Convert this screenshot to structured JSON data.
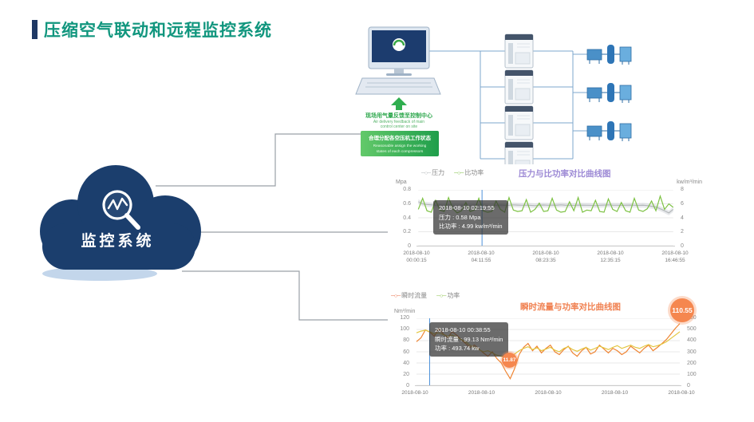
{
  "slide": {
    "title": "压缩空气联动和远程监控系统"
  },
  "cloud": {
    "label": "监控系统"
  },
  "diagram": {
    "feedback_cn": "现场用气量反馈至控制中心",
    "feedback_en1": "Air delivery feedback of main",
    "feedback_en2": "control center on site",
    "assign_cn": "合理分配各空压机工作状态",
    "assign_en1": "Reasonable assign the working",
    "assign_en2": "states of each compressors"
  },
  "colors": {
    "accent_navy": "#1f3864",
    "title_green": "#11967e",
    "cloud_navy": "#1b3e6d",
    "chart1_title": "#9d8ad5",
    "chart2_title": "#f08050",
    "pressure_line": "#b3b7ba",
    "specific_power_line": "#7cc142",
    "flow_line": "#ef8432",
    "power_line": "#e3c63f",
    "cursor_blue": "#4a90d9",
    "badge_orange": "#f5874f"
  },
  "chart_data": [
    {
      "type": "line",
      "title": "压力与比功率对比曲线图",
      "legend": [
        "压力",
        "比功率"
      ],
      "left_axis": {
        "label": "Mpa",
        "min": 0,
        "max": 0.8,
        "ticks": [
          0.8,
          0.6,
          0.4,
          0.2,
          0
        ]
      },
      "right_axis": {
        "label": "kw/m³/min",
        "min": 0,
        "max": 8,
        "ticks": [
          8,
          6,
          4,
          2,
          0
        ]
      },
      "x_ticks": [
        {
          "date": "2018-08-10",
          "time": "00:00:15"
        },
        {
          "date": "2018-08-10",
          "time": "04:11:55"
        },
        {
          "date": "2018-08-10",
          "time": "08:23:35"
        },
        {
          "date": "2018-08-10",
          "time": "12:35:15"
        },
        {
          "date": "2018-08-10",
          "time": "16:46:55"
        }
      ],
      "series": [
        {
          "name": "压力",
          "axis": "left",
          "color": "#b3b7ba",
          "band": 0.035,
          "band_color": "#d9dcdf",
          "values": [
            0.63,
            0.6,
            0.59,
            0.585,
            0.58,
            0.582,
            0.579,
            0.585,
            0.58,
            0.578,
            0.581,
            0.58,
            0.579,
            0.582,
            0.585,
            0.58,
            0.578,
            0.575,
            0.58,
            0.582,
            0.58,
            0.579,
            0.585,
            0.581,
            0.579,
            0.58,
            0.578,
            0.574,
            0.58,
            0.582,
            0.579,
            0.581,
            0.58,
            0.585,
            0.58,
            0.579,
            0.578,
            0.581,
            0.58,
            0.579,
            0.578,
            0.574,
            0.579,
            0.581,
            0.585,
            0.58,
            0.579,
            0.578,
            0.58,
            0.581,
            0.579,
            0.578,
            0.58,
            0.575,
            0.565,
            0.555,
            0.53,
            0.5,
            0.47,
            0.52
          ]
        },
        {
          "name": "比功率",
          "axis": "right",
          "color": "#7cc142",
          "values": [
            5.2,
            6.8,
            5.0,
            4.8,
            6.5,
            5.1,
            4.9,
            6.9,
            5.3,
            4.7,
            5.0,
            6.2,
            4.9,
            5.1,
            6.8,
            5.0,
            4.8,
            4.9,
            6.4,
            5.2,
            4.8,
            6.9,
            5.1,
            4.9,
            5.0,
            6.6,
            4.8,
            5.2,
            6.1,
            4.9,
            5.0,
            6.8,
            5.1,
            4.8,
            4.9,
            6.3,
            5.0,
            6.9,
            4.8,
            5.1,
            5.0,
            6.5,
            4.9,
            4.8,
            6.7,
            5.2,
            4.9,
            6.2,
            5.0,
            4.8,
            6.8,
            5.1,
            4.9,
            5.3,
            6.4,
            5.0,
            7.1,
            5.2,
            6.0,
            5.5
          ]
        }
      ],
      "cursor": {
        "x_fraction": 0.25
      },
      "tooltip": [
        "2018-08-10 02:19:55",
        "压力 : 0.58 Mpa",
        "比功率 : 4.99 kw/m³/min"
      ]
    },
    {
      "type": "line",
      "title": "瞬时流量与功率对比曲线图",
      "legend": [
        "瞬时流量",
        "功率"
      ],
      "left_axis": {
        "label": "Nm³/min",
        "min": 0,
        "max": 120,
        "ticks": [
          120,
          100,
          80,
          60,
          40,
          20,
          0
        ]
      },
      "right_axis": {
        "label": "",
        "min": 0,
        "max": 600,
        "ticks": [
          600,
          500,
          400,
          300,
          200,
          100,
          0
        ]
      },
      "x_ticks": [
        {
          "date": "2018-08-10"
        },
        {
          "date": "2018-08-10"
        },
        {
          "date": "2018-08-10"
        },
        {
          "date": "2018-08-10"
        },
        {
          "date": "2018-08-10"
        }
      ],
      "series": [
        {
          "name": "瞬时流量",
          "axis": "left",
          "color": "#ef8432",
          "legend_color": "#e96c45",
          "values": [
            78,
            85,
            99.13,
            95,
            88,
            102,
            92,
            85,
            96,
            90,
            82,
            75,
            68,
            72,
            65,
            58,
            52,
            60,
            48,
            40,
            25,
            11.87,
            30,
            55,
            68,
            75,
            62,
            70,
            58,
            66,
            72,
            60,
            55,
            64,
            70,
            58,
            52,
            62,
            68,
            56,
            60,
            72,
            65,
            58,
            66,
            62,
            55,
            60,
            70,
            64,
            58,
            66,
            72,
            62,
            68,
            75,
            82,
            92,
            102,
            110.55
          ]
        },
        {
          "name": "功率",
          "axis": "right",
          "color": "#e3c63f",
          "legend_color": "#8bc34a",
          "values": [
            470,
            485,
            493.74,
            480,
            460,
            470,
            455,
            440,
            450,
            430,
            410,
            390,
            360,
            340,
            320,
            300,
            310,
            290,
            270,
            260,
            250,
            255,
            280,
            310,
            330,
            345,
            320,
            335,
            310,
            325,
            340,
            315,
            300,
            330,
            345,
            320,
            305,
            325,
            340,
            315,
            330,
            350,
            335,
            320,
            340,
            355,
            330,
            345,
            360,
            340,
            330,
            350,
            365,
            345,
            355,
            370,
            390,
            420,
            450,
            480
          ]
        }
      ],
      "cursor": {
        "x_fraction": 0.05
      },
      "tooltip": [
        "2018-08-10 00:38:55",
        "瞬时流量 : 99.13 Nm³/min",
        "功率 : 493.74 kw"
      ],
      "markers": [
        {
          "label": "110.55",
          "value": 110.55
        },
        {
          "label": "11.87",
          "value": 11.87
        }
      ]
    }
  ]
}
